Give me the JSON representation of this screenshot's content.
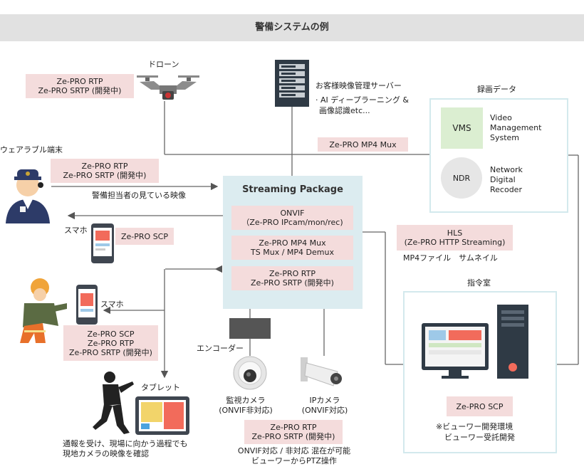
{
  "header": {
    "title": "警備システムの例"
  },
  "drone": {
    "label": "ドローン",
    "protocol_lines": [
      "Ze-PRO RTP",
      "Ze-PRO SRTP (開発中)"
    ]
  },
  "server": {
    "label": "お客様映像管理サーバー",
    "note_lines": [
      "· AI ディープラーニング &",
      "画像認識etc..."
    ]
  },
  "recording": {
    "title": "録画データ",
    "vms": {
      "abbr": "VMS",
      "lines": [
        "Video",
        "Management",
        "System"
      ]
    },
    "ndr": {
      "abbr": "NDR",
      "lines": [
        "Network",
        "Digital",
        "Recoder"
      ]
    }
  },
  "mp4_mux_tag": "Ze-PRO MP4 Mux",
  "wearable": {
    "label": "ウェアラブル端末",
    "protocol_lines": [
      "Ze-PRO RTP",
      "Ze-PRO SRTP (開発中)"
    ],
    "stream_caption": "警備担当者の見ている映像"
  },
  "phone_top": {
    "label": "スマホ",
    "protocol": "Ze-PRO SCP"
  },
  "streaming_package": {
    "title": "Streaming Package",
    "modules": [
      [
        "ONVIF",
        "（Ze-PRO IPcam/mon/rec)"
      ],
      [
        "Ze-PRO MP4 Mux",
        "TS Mux / MP4 Demux"
      ],
      [
        "Ze-PRO RTP",
        "Ze-PRO SRTP (開発中)"
      ]
    ]
  },
  "hls": {
    "lines": [
      "HLS",
      "(Ze-PRO HTTP Streaming)"
    ],
    "caption": "MP4ファイル　サムネイル"
  },
  "command_room": {
    "title": "指令室",
    "protocol": "Ze-PRO SCP",
    "note_lines": [
      "※ビューワー開発環境",
      "ビューワー受託開発"
    ]
  },
  "phone_worker": {
    "label": "スマホ",
    "protocol_lines": [
      "Ze-PRO SCP",
      "Ze-PRO RTP",
      "Ze-PRO SRTP (開発中)"
    ]
  },
  "encoder": {
    "label": "エンコーダー"
  },
  "camera_dome": {
    "lines": [
      "監視カメラ",
      "(ONVIF非対応)"
    ]
  },
  "camera_ip": {
    "lines": [
      "IPカメラ",
      "(ONVIF対応)"
    ]
  },
  "camera_protocol_lines": [
    "Ze-PRO RTP",
    "Ze-PRO SRTP (開発中)"
  ],
  "camera_caption_lines": [
    "ONVIF対応 / 非対応 混在が可能",
    "ビューワーからPTZ操作"
  ],
  "tablet": {
    "label": "タブレット",
    "caption_lines": [
      "通報を受け、現場に向かう過程でも",
      "現地カメラの映像を確認"
    ]
  }
}
